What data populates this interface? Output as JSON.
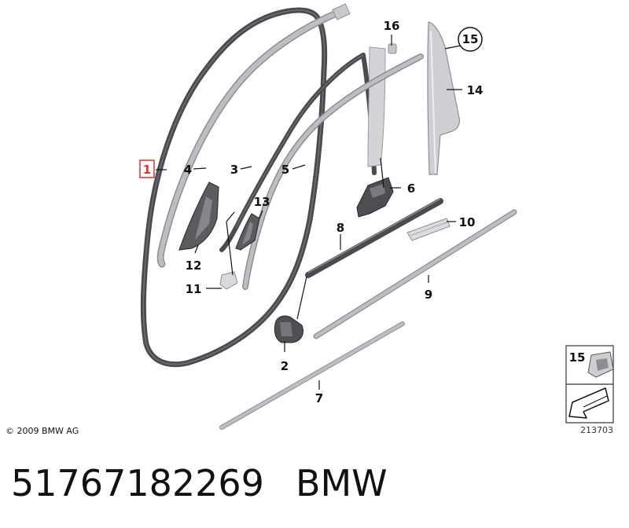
{
  "diagram": {
    "callouts": {
      "c1": "1",
      "c2": "2",
      "c3": "3",
      "c4": "4",
      "c5": "5",
      "c6": "6",
      "c7": "7",
      "c8": "8",
      "c9": "9",
      "c10": "10",
      "c11": "11",
      "c12": "12",
      "c13": "13",
      "c14": "14",
      "c15": "15",
      "c16": "16"
    },
    "highlighted_callout": "1",
    "highlight_color": "#e0312e",
    "inset": {
      "label": "15"
    }
  },
  "copyright": "© 2009 BMW AG",
  "diagram_ref": "213703",
  "footer": {
    "part_number": "51767182269",
    "brand": "BMW"
  }
}
